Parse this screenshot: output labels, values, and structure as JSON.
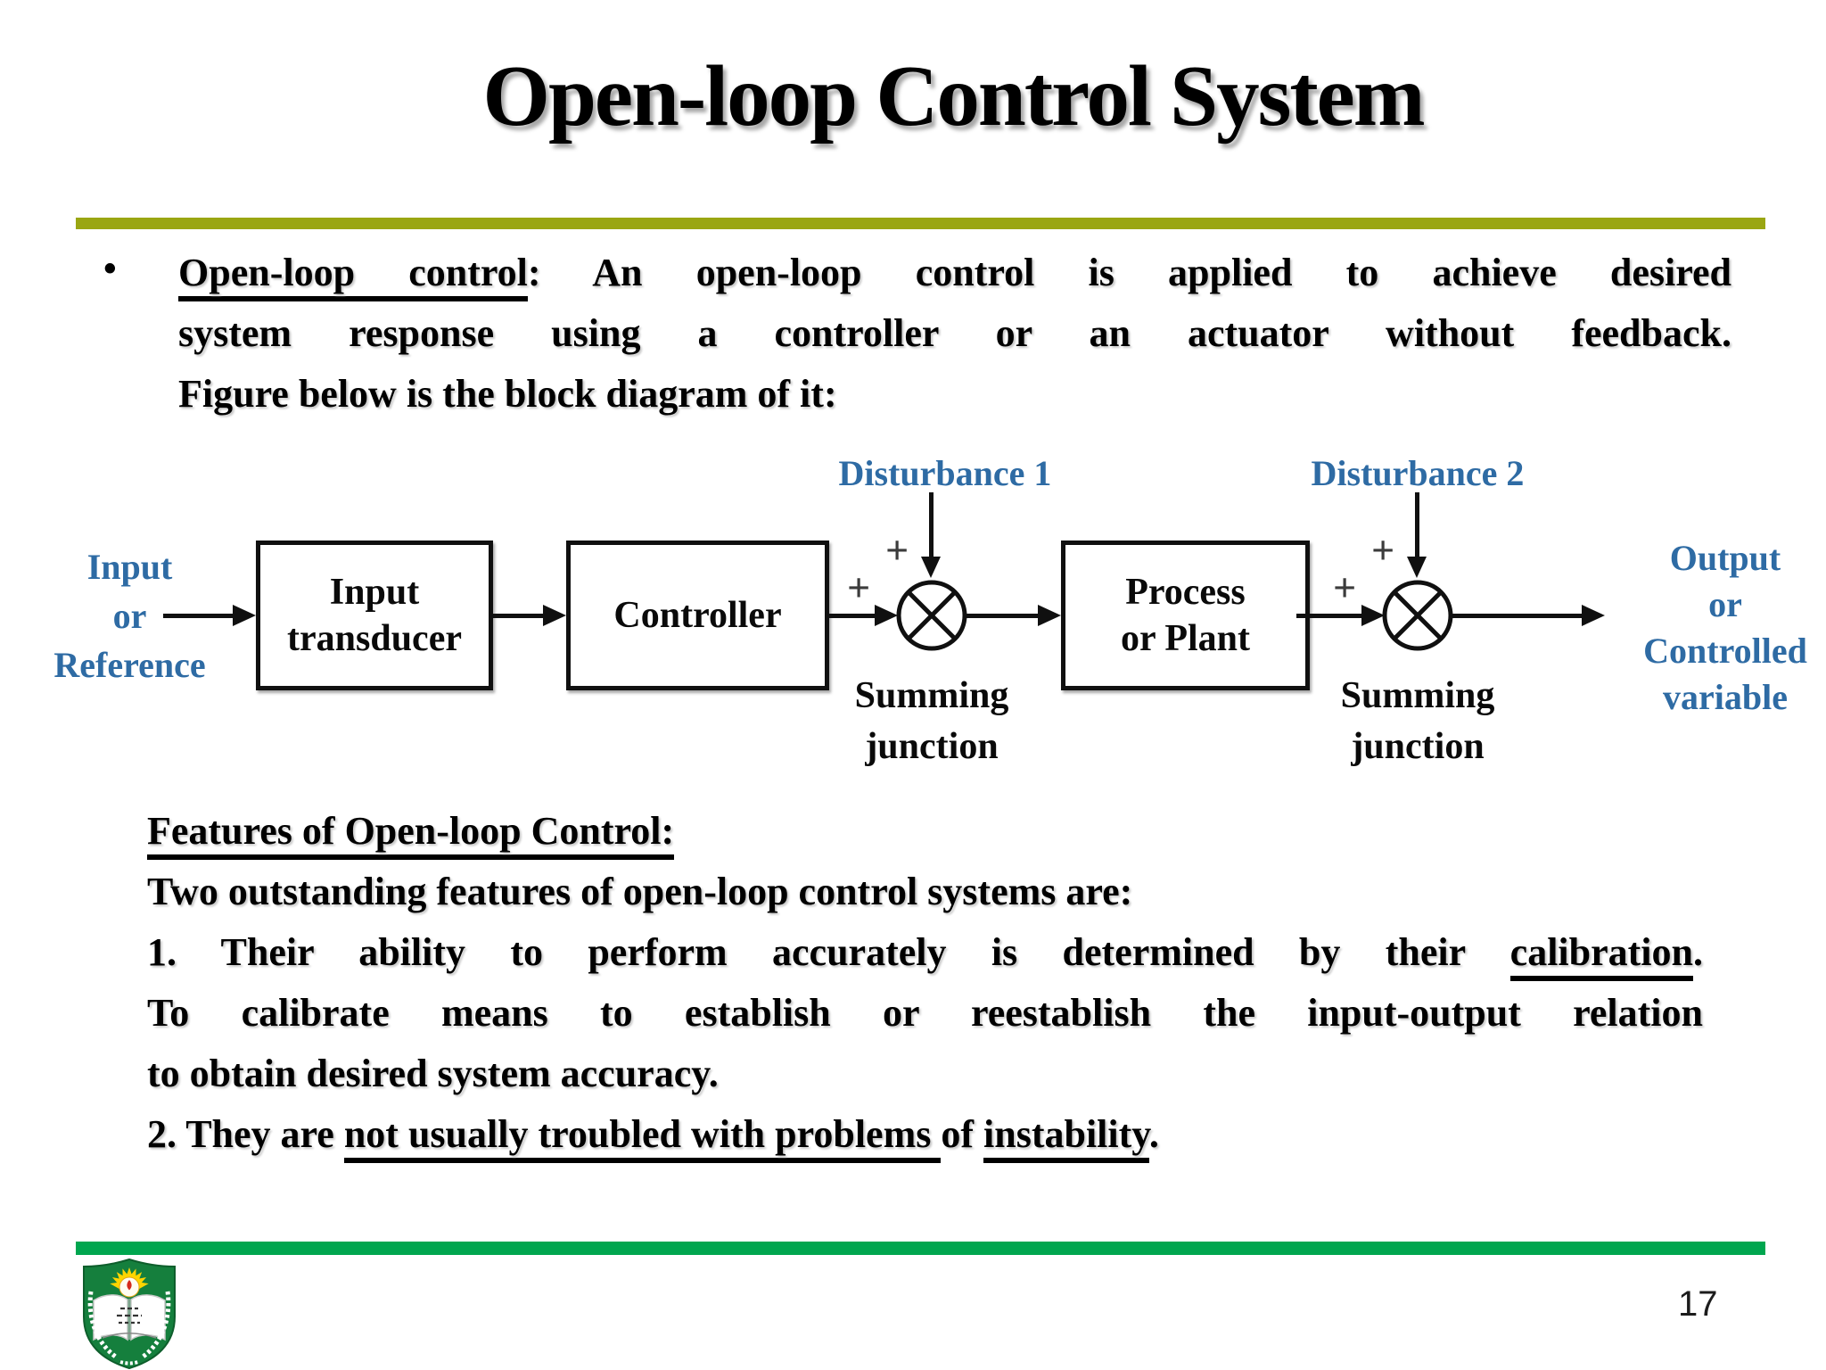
{
  "slide": {
    "title": "Open-loop Control System",
    "page_number": "17"
  },
  "colors": {
    "olive_divider": "#9aa612",
    "green_footer_bar": "#00a64f",
    "diagram_label_blue": "#2e6ba4",
    "logo_green": "#157f3d"
  },
  "bullet": {
    "marker": "•",
    "line1_underlined": "Open-loop control",
    "line1_rest": ": An open-loop control is applied to achieve desired",
    "line2": "system response using a controller or an actuator without feedback.",
    "line3": "Figure below is the block diagram of it:"
  },
  "diagram": {
    "disturbance1": "Disturbance 1",
    "disturbance2": "Disturbance 2",
    "plus": "+",
    "input_lines": [
      "Input",
      "or",
      "Reference"
    ],
    "block1_lines": [
      "Input",
      "transducer"
    ],
    "block2_lines": [
      "Controller"
    ],
    "block3_lines": [
      "Process",
      "or Plant"
    ],
    "summing_label_lines": [
      "Summing",
      "junction"
    ],
    "output_lines": [
      "Output",
      "or",
      "Controlled",
      "variable"
    ]
  },
  "features": {
    "heading": "Features of Open-loop Control:",
    "intro": "Two outstanding features of open-loop control systems are:",
    "item1_pre": "1. Their ability to perform accurately is determined by their ",
    "item1_underlined": "calibration",
    "item1_post": ".",
    "item1_cont1": "To calibrate means to establish or reestablish the input-output relation",
    "item1_cont2": "to obtain desired system accuracy.",
    "item2_pre": "2. They are ",
    "item2_underlined1": "not usually troubled with problems ",
    "item2_mid": "of ",
    "item2_underlined2": "instability",
    "item2_post": "."
  }
}
